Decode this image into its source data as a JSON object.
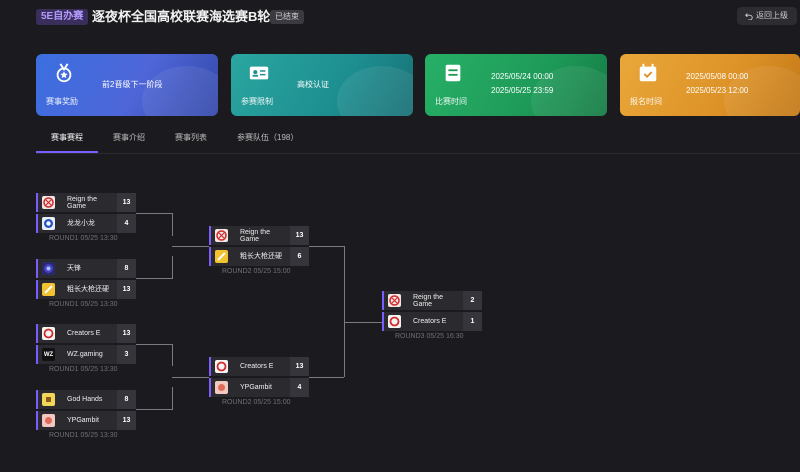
{
  "header": {
    "badge": "5E自办赛",
    "title": "逐夜杯全国高校联赛海选赛B轮",
    "status": "已结束",
    "back": "返回上级"
  },
  "cards": [
    {
      "label": "赛事奖励",
      "text": "前2晋级下一阶段",
      "text2": "",
      "icon": "medal-icon",
      "color": "#3b6fe0"
    },
    {
      "label": "参赛限制",
      "text": "高校认证",
      "text2": "",
      "icon": "id-card-icon",
      "color": "#2aa6a0"
    },
    {
      "label": "比赛时间",
      "text": "2025/05/24 00:00",
      "text2": "2025/05/25 23:59",
      "icon": "flag-icon",
      "color": "#27b067"
    },
    {
      "label": "报名时间",
      "text": "2025/05/08 00:00",
      "text2": "2025/05/23 12:00",
      "icon": "calendar-check-icon",
      "color": "#e9a73a"
    }
  ],
  "tabs": [
    "赛事赛程",
    "赛事介绍",
    "赛事列表",
    "参赛队伍（198）"
  ],
  "bracket": {
    "round1": [
      {
        "teams": [
          {
            "name": "Reign the Game",
            "score": "13"
          },
          {
            "name": "龙龙小龙",
            "score": "4"
          }
        ],
        "label": "ROUND1 05/25 13:30"
      },
      {
        "teams": [
          {
            "name": "天锋",
            "score": "8"
          },
          {
            "name": "粗长大枪还硬",
            "score": "13"
          }
        ],
        "label": "ROUND1 05/25 13:30"
      },
      {
        "teams": [
          {
            "name": "Creators E",
            "score": "13"
          },
          {
            "name": "WZ.gaming",
            "score": "3"
          }
        ],
        "label": "ROUND1 05/25 13:30"
      },
      {
        "teams": [
          {
            "name": "God Hands",
            "score": "8"
          },
          {
            "name": "YPGambit",
            "score": "13"
          }
        ],
        "label": "ROUND1 05/25 13:30"
      }
    ],
    "round2": [
      {
        "teams": [
          {
            "name": "Reign the Game",
            "score": "13"
          },
          {
            "name": "粗长大枪还硬",
            "score": "6"
          }
        ],
        "label": "ROUND2 05/25 15:00"
      },
      {
        "teams": [
          {
            "name": "Creators E",
            "score": "13"
          },
          {
            "name": "YPGambit",
            "score": "4"
          }
        ],
        "label": "ROUND2 05/25 15:00"
      }
    ],
    "round3": [
      {
        "teams": [
          {
            "name": "Reign the Game",
            "score": "2"
          },
          {
            "name": "Creators E",
            "score": "1"
          }
        ],
        "label": "ROUND3 05/25 16:30"
      }
    ]
  }
}
